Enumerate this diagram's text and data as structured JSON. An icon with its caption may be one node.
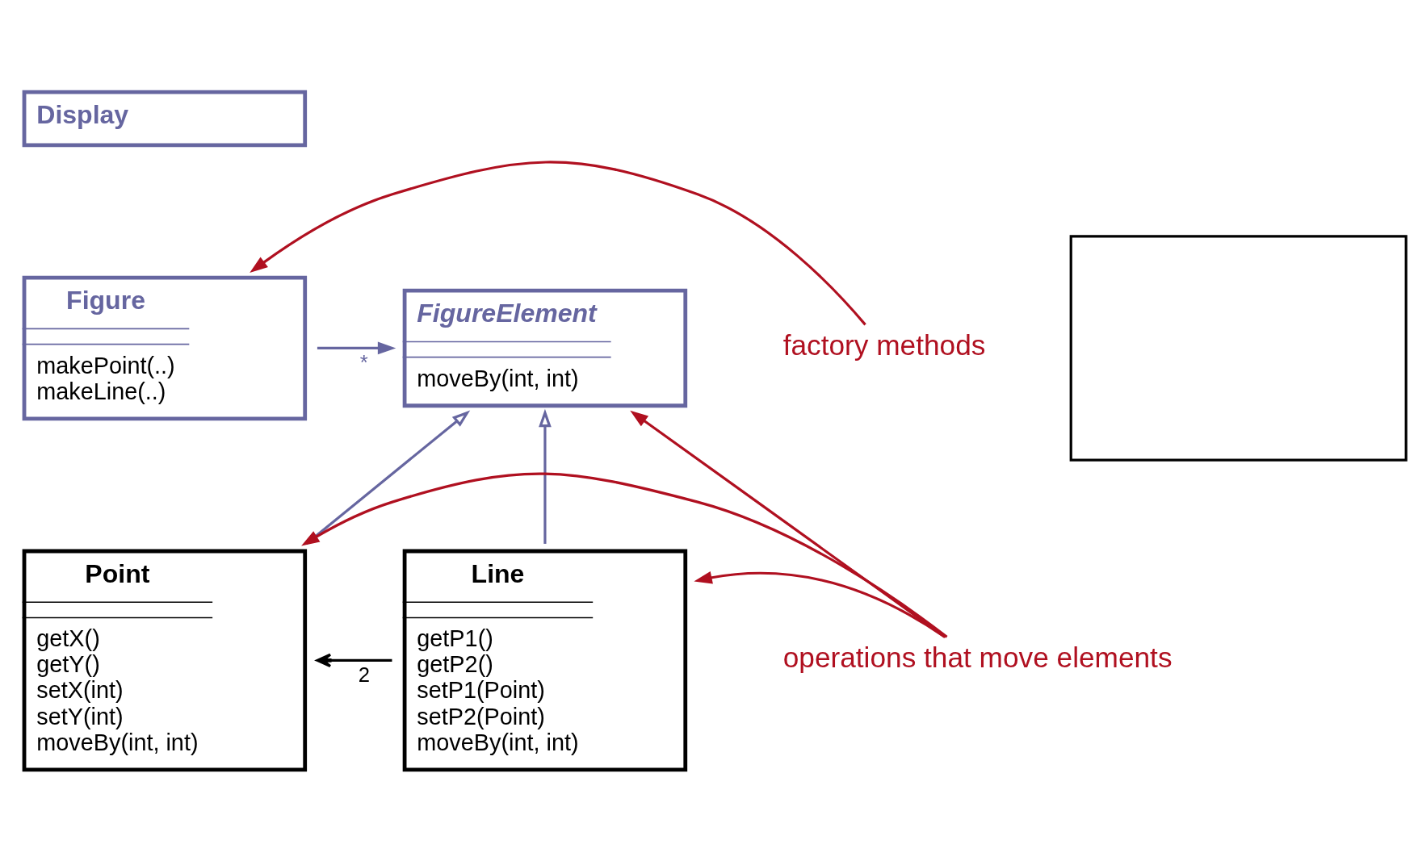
{
  "diagram": {
    "nodes": [
      {
        "text": [
          "Display"
        ]
      },
      {
        "text": [
          "Figure",
          "makePoint(..)",
          "makeLine(..)"
        ]
      },
      {
        "text": [
          "FigureElement",
          "moveBy(int, int)"
        ]
      },
      {
        "text": [
          "Point",
          "getX()",
          "getY()",
          "setX(int)",
          "setY(int)",
          "moveBy(int, int)"
        ]
      },
      {
        "text": [
          "Line",
          "getP1()",
          "getP2()",
          "setP1(Point)",
          "setP2(Point)",
          "moveBy(int, int)"
        ]
      },
      {
        "text": [],
        "shape": "box"
      },
      {
        "text": [
          "factory methods"
        ]
      },
      {
        "text": [
          "operations that move elements"
        ]
      }
    ],
    "edges": [
      {
        "from": 1,
        "to": 2,
        "arrow": "to",
        "label": "*",
        "color": "#6666a0"
      },
      {
        "from": 3,
        "to": 2,
        "arrow": "to",
        "color": "#6666a0"
      },
      {
        "from": 4,
        "to": 2,
        "arrow": "to",
        "color": "#6666a0"
      },
      {
        "from": 4,
        "to": 3,
        "arrow": "to",
        "label": "2",
        "color": "#000000"
      },
      {
        "from": 6,
        "to": 1,
        "arrow": "to",
        "color": "#b01020"
      },
      {
        "from": 7,
        "to": 2,
        "arrow": "to",
        "color": "#b01020"
      },
      {
        "from": 7,
        "to": 4,
        "arrow": "to",
        "color": "#b01020"
      },
      {
        "from": 7,
        "to": 3,
        "arrow": "to",
        "color": "#b01020"
      }
    ]
  }
}
